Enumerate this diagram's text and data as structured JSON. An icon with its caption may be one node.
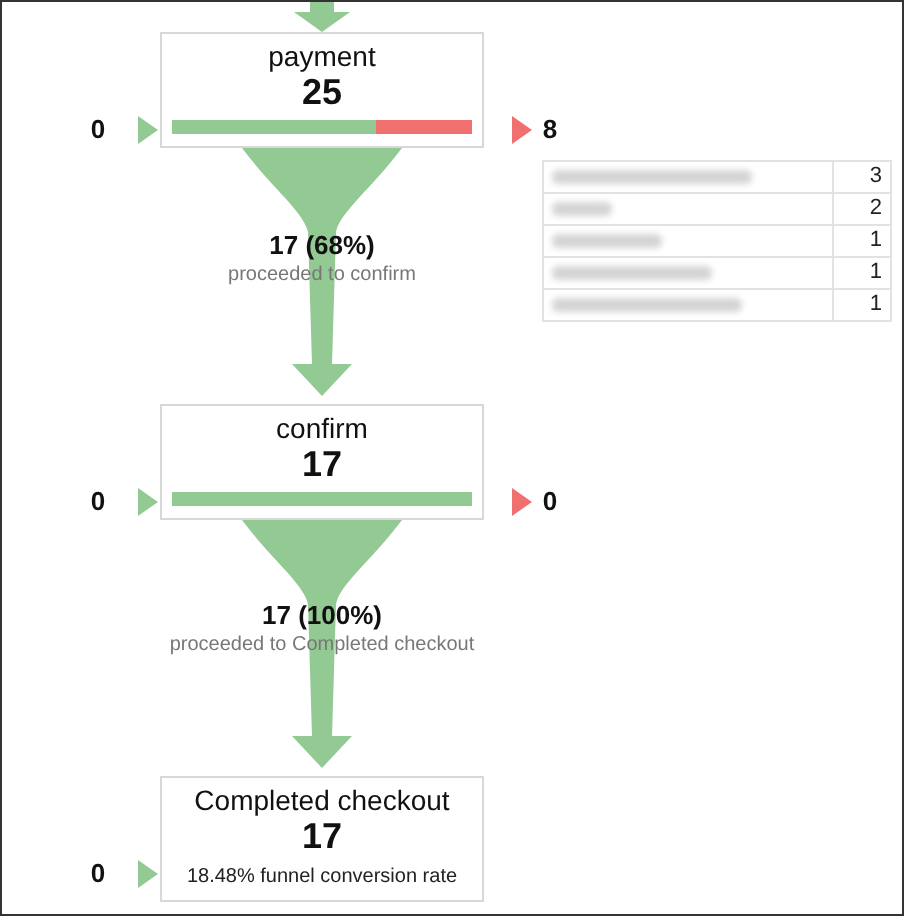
{
  "diagram": {
    "nodes": [
      {
        "text": [
          "payment",
          "25"
        ]
      },
      {
        "text": [
          "0"
        ]
      },
      {
        "text": [
          "8"
        ]
      },
      {
        "text": [
          "confirm",
          "17"
        ]
      },
      {
        "text": [
          "0"
        ]
      },
      {
        "text": [
          "0"
        ]
      },
      {
        "text": [
          "Completed checkout",
          "17",
          "18.48% funnel conversion rate"
        ]
      },
      {
        "text": [
          "0"
        ]
      }
    ],
    "edges": [
      {
        "from": null,
        "to": 0,
        "arrow": "to",
        "style": "thick"
      },
      {
        "from": 1,
        "to": 0,
        "arrow": "to"
      },
      {
        "from": 0,
        "to": 2,
        "arrow": "to",
        "color": "#f07070"
      },
      {
        "from": 0,
        "to": 3,
        "arrow": "to",
        "style": "thick",
        "label": "**17 (68%)** proceeded to confirm"
      },
      {
        "from": 4,
        "to": 3,
        "arrow": "to"
      },
      {
        "from": 3,
        "to": 5,
        "arrow": "to",
        "color": "#f07070"
      },
      {
        "from": 3,
        "to": 6,
        "arrow": "to",
        "style": "thick",
        "label": "**17 (100%)** proceeded to Completed checkout"
      },
      {
        "from": 7,
        "to": 6,
        "arrow": "to"
      }
    ],
    "labels": [
      "3",
      "2",
      "1",
      "1",
      "1"
    ]
  }
}
